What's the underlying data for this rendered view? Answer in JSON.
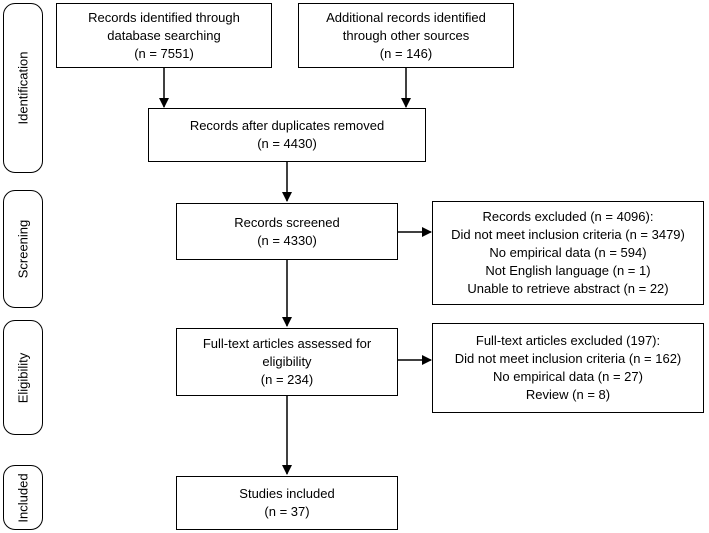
{
  "stages": [
    "Identification",
    "Screening",
    "Eligibility",
    "Included"
  ],
  "boxes": {
    "db_records": [
      "Records identified through",
      "database searching",
      "(n = 7551)"
    ],
    "other_records": [
      "Additional records identified",
      "through other sources",
      "(n = 146)"
    ],
    "dedup": [
      "Records after duplicates removed",
      "(n = 4430)"
    ],
    "screened": [
      "Records screened",
      "(n = 4330)"
    ],
    "excluded": [
      "Records excluded (n = 4096):",
      "Did not meet inclusion criteria (n = 3479)",
      "No empirical data (n = 594)",
      "Not English language (n = 1)",
      "Unable to retrieve abstract (n = 22)"
    ],
    "fulltext": [
      "Full-text articles assessed for",
      "eligibility",
      "(n = 234)"
    ],
    "ft_excluded": [
      "Full-text articles excluded (197):",
      "Did not meet inclusion criteria (n = 162)",
      "No empirical data (n = 27)",
      "Review (n = 8)"
    ],
    "included": [
      "Studies included",
      "(n = 37)"
    ]
  }
}
